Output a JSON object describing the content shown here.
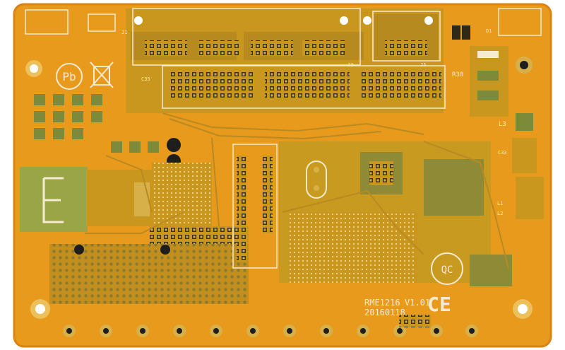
{
  "board": {
    "model_label": "RME1216",
    "version_label": "V1.01",
    "date_label": "20160118",
    "qc_label": "QC",
    "ce_label": "CE",
    "pb_label": "Pb",
    "ref_j1": "J1",
    "ref_j3": "J3",
    "ref_j5": "J5",
    "ref_c35": "C35",
    "ref_l3": "L3",
    "ref_r38": "R38",
    "ref_c33": "C33",
    "ref_d1": "D1",
    "ref_l1": "L1",
    "ref_l2": "L2"
  },
  "colors": {
    "background": "#ffffff",
    "board_orange": "#e89a1c",
    "board_edge": "#d98412",
    "copper_pour": "#c9961e",
    "trace": "#b98a22",
    "silkscreen": "#f6ead0",
    "pad_green": "#7c8a3a",
    "hole_dark": "#1e1e1e",
    "gold": "#d7b04a",
    "green_pad": "#9aa548"
  }
}
